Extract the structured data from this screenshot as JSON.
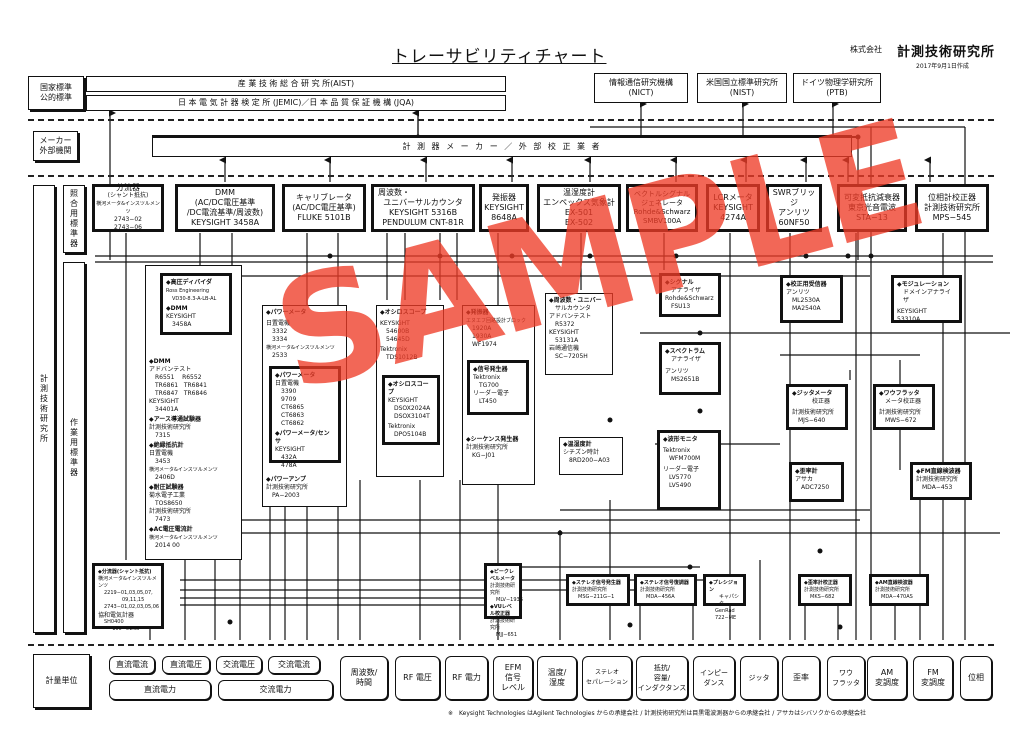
{
  "header": {
    "title": "トレーサビリティチャート",
    "company_prefix": "株式会社",
    "company_name": "計測技術研究所",
    "date": "2017年9月1日作成"
  },
  "rows": {
    "national": "国家標準\n公的標準",
    "maker": "メーカー\n外部機関",
    "institute": "計測技術研究所",
    "reference": "照合用標準器",
    "working": "作業用標準器",
    "units": "計量単位"
  },
  "national_standards": {
    "aist": "産 業 技 術 総 合 研 究 所(AIST)",
    "jemic": "日 本 電 気 計 器 検 定 所 (JEMIC)／日 本 品 質 保 証 機 構 (JQA)",
    "nict": [
      "情報通信研究機構",
      "(NICT)"
    ],
    "nist": [
      "米国国立標準研究所",
      "(NIST)"
    ],
    "ptb": [
      "ドイツ物理学研究所",
      "(PTB)"
    ]
  },
  "maker_bar": "計 測 器 メ ー カ ー ／ 外 部 校 正 業 者",
  "reference_standards": [
    {
      "lines": [
        "分流器",
        "(シャント抵抗)",
        "横河メータ&インスツルメンツ",
        "2743−02",
        "2743−06"
      ]
    },
    {
      "lines": [
        "DMM",
        "(AC/DC電圧基準",
        "/DC電流基準/周波数)",
        "KEYSIGHT 3458A"
      ]
    },
    {
      "lines": [
        "キャリブレータ",
        "(AC/DC電圧基準)",
        "FLUKE 5101B"
      ]
    },
    {
      "lines": [
        "周波数・",
        "ユニバーサルカウンタ",
        "KEYSIGHT 5316B",
        "PENDULUM CNT-81R"
      ]
    },
    {
      "lines": [
        "発振器",
        "KEYSIGHT",
        "8648A"
      ]
    },
    {
      "lines": [
        "温湿度計",
        "エンペックス気象計",
        "EX-501",
        "EX-502"
      ]
    },
    {
      "lines": [
        "ベクトルシグナル",
        "ジェネレータ",
        "Rohde&Schwarz",
        "SMBV100A"
      ]
    },
    {
      "lines": [
        "LCRメータ",
        "KEYSIGHT",
        "4274A"
      ]
    },
    {
      "lines": [
        "SWRブリッジ",
        "アンリツ",
        "60NF50"
      ]
    },
    {
      "lines": [
        "可変抵抗減衰器",
        "東京光音電波",
        "STA−13"
      ]
    },
    {
      "lines": [
        "位相計校正器",
        "計測技術研究所",
        "MPS−545"
      ]
    }
  ],
  "working_standards": {
    "dmm_group": {
      "hv_divider": [
        "◆高圧ディバイダ",
        "Ross Engineering",
        "VD30-8.3-A-LB-AL",
        "◆DMM",
        "KEYSIGHT",
        "3458A"
      ],
      "lines": [
        "◆DMM",
        "アドバンテスト",
        "R6551    R6552",
        "TR6861   TR6841",
        "TR6847   TR6846",
        "KEYSIGHT",
        "34401A",
        "◆アース導通試験器",
        "計測技術研究所",
        "7315",
        "◆絶縁抵抗計",
        "日置電機",
        "3453",
        "横河メータ&インスツルメンツ",
        "2406D",
        "◆耐圧試験器",
        "菊水電子工業",
        "TOS8650",
        "計測技術研究所",
        "7473",
        "◆AC電圧電流計",
        "横河メータ&インスツルメンツ",
        "2014 00"
      ]
    },
    "power_group": {
      "top": [
        "◆パワーメータ",
        "日置電機",
        "3332",
        "3334",
        "横河メータ&インスツルメンツ",
        "2533"
      ],
      "inner": [
        "◆パワーメータ",
        "日置電機",
        "3390",
        "9709",
        "CT6865",
        "CT6863",
        "CT6862",
        "◆パワーメータ/センサ",
        "KEYSIGHT",
        "432A",
        "478A"
      ],
      "bottom": [
        "◆パワーアンプ",
        "計測技術研究所",
        "PA−2003"
      ]
    },
    "scope_group": {
      "top": [
        "◆オシロスコープ",
        "KEYSIGHT",
        "54600B",
        "54645D",
        "Tektronix",
        "TDS1012B"
      ],
      "inner": [
        "◆オシロスコープ",
        "KEYSIGHT",
        "DSOX2024A",
        "DSOX3104T",
        "Tektronix",
        "DPO5104B"
      ]
    },
    "osc_group": {
      "top": [
        "◆発振器",
        "エヌエフ回路設計ブロック",
        "1920A",
        "1930A",
        "WF1974"
      ],
      "inner": [
        "◆信号発生器",
        "Tektronix",
        "TG700",
        "リーダー電子",
        "LT450"
      ],
      "bottom": [
        "◆シーケンス発生器",
        "計測技術研究所",
        "KG−J01"
      ]
    },
    "counter": [
      "◆周波数・ユニバー",
      "サルカウンタ",
      "アドバンテスト",
      "R5372",
      "KEYSIGHT",
      "53131A",
      "岩崎通信機",
      "SC−7205H"
    ],
    "thermo": [
      "◆温湿度計",
      "シチズン時計",
      "8RD200−A03"
    ],
    "signal_analyzer": [
      "◆シグナル",
      "アナライザ",
      "Rohde&Schwarz",
      "FSU13"
    ],
    "spectrum_analyzer": [
      "◆スペクトラム",
      "アナライザ",
      "アンリツ",
      "MS2651B"
    ],
    "waveform_monitor": [
      "◆波形モニタ",
      "Tektronix",
      "WFM700M",
      "リーダー電子",
      "LV5770",
      "LV5490"
    ],
    "receiver": [
      "◆校正用受信器",
      "アンリツ",
      "ML2530A",
      "MA2540A"
    ],
    "modulation_analyzer": [
      "◆モジュレーション",
      "ドメインアナライザ",
      "KEYSIGHT",
      "53310A"
    ],
    "jitter_cal": [
      "◆ジッタメータ",
      "校正器",
      "計測技術研究所",
      "MJS−640"
    ],
    "wow_cal": [
      "◆ワウフラッタ",
      "メータ校正器",
      "計測技術研究所",
      "MWS−672"
    ],
    "distortion_meter": [
      "◆歪率計",
      "アサカ",
      "ADC7250"
    ],
    "fm_detector": [
      "◆FM直線検波器",
      "計測技術研究所",
      "MDA−453"
    ],
    "shunt": [
      "◆分流器(シャント抵抗)",
      "横河メータ&インスツルメンツ",
      "2219−01,03,05,07,",
      "09,11,15",
      "2743−01,02,03,05,06",
      "協和電気計器",
      "SH0400",
      "−100−01NS"
    ],
    "peak_level": [
      "◆ピークレベルメータ",
      "計測技術研究所",
      "MLV−1936",
      "◆VUレベル校正器",
      "計測技術研究所",
      "MJJ−651"
    ],
    "stereo_gen": [
      "◆ステレオ信号発生器",
      "計測技術研究所",
      "MSG−211G−1"
    ],
    "stereo_demod": [
      "◆ステレオ信号復調器",
      "計測技術研究所",
      "MDA−456A"
    ],
    "precision_cap": [
      "◆プレシジョン",
      "キャパシタ",
      "GenRad",
      "722−ME"
    ],
    "distortion_cal": [
      "◆歪率計校正器",
      "計測技術研究所",
      "MKS−682"
    ],
    "am_detector": [
      "◆AM直線検波器",
      "計測技術研究所",
      "MDA−470AS"
    ]
  },
  "units": {
    "dc_current": "直流電流",
    "dc_voltage": "直流電圧",
    "ac_voltage": "交流電圧",
    "ac_current": "交流電流",
    "dc_power": "直流電力",
    "ac_power": "交流電力",
    "items": [
      "周波数/\n時間",
      "RF 電圧",
      "RF 電力",
      "EFM\n信号\nレベル",
      "温度/\n湿度",
      "ステレオ\nセパレーション",
      "抵抗/\n容量/\nインダクタンス",
      "インピー\nダンス",
      "ジッタ",
      "歪率",
      "ワウ\nフラッタ",
      "AM\n変調度",
      "FM\n変調度",
      "位相"
    ]
  },
  "footnote": "※　Keysight Technologies はAgilent Technologies からの承継会社 / 計測技術研究所は目黒電波測器からの承継会社 / アサカはシバソクからの承継会社",
  "watermark": "SAMPLE"
}
